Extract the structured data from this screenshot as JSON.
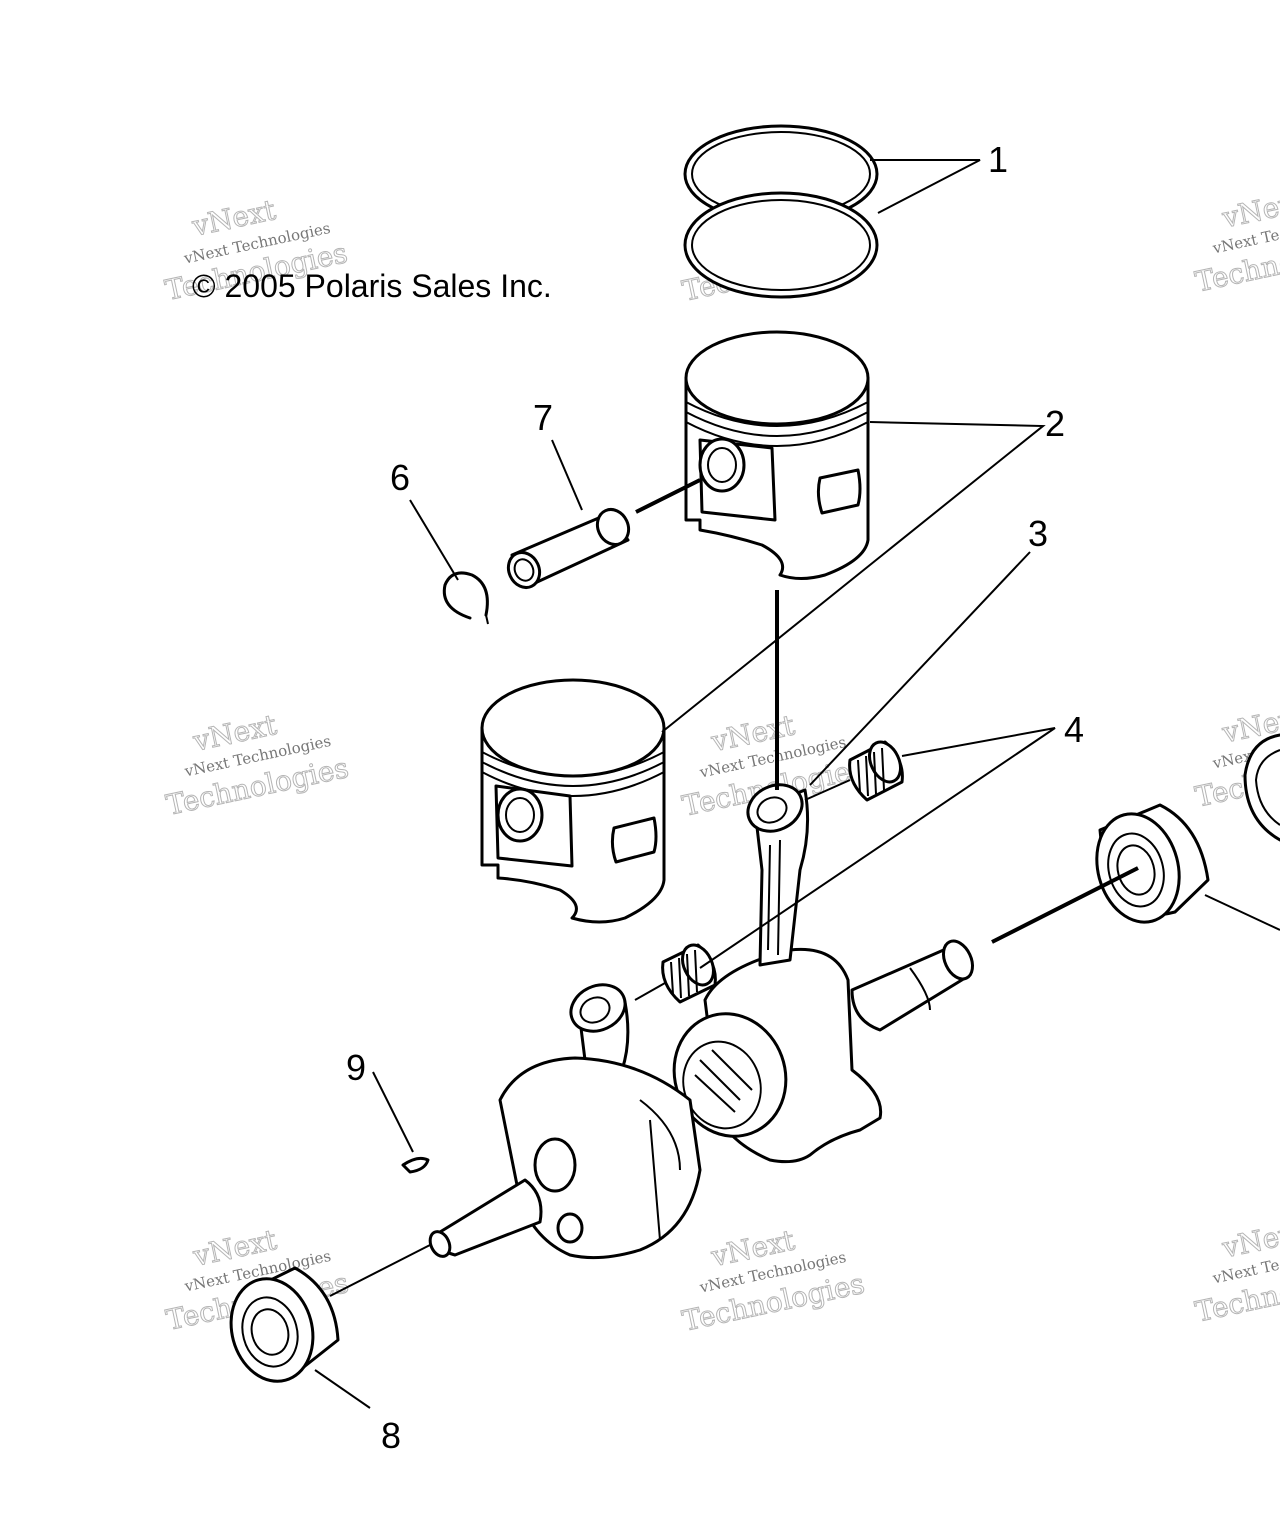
{
  "copyright": "© 2005 Polaris Sales Inc.",
  "watermark": {
    "line1": "vNext Technologies",
    "line2": "Technologies",
    "line3": "vNext"
  },
  "callouts": [
    "1",
    "2",
    "3",
    "4",
    "6",
    "7",
    "8",
    "9"
  ]
}
